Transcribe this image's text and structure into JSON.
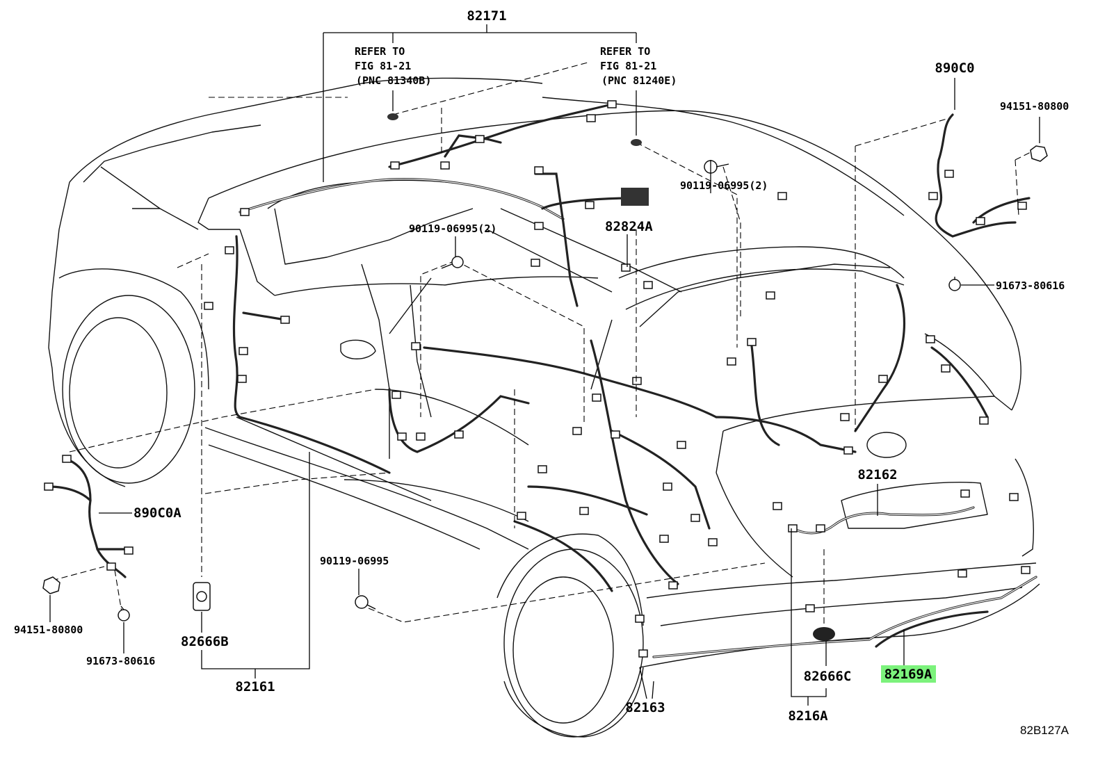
{
  "figure_id": "82B127A",
  "references": [
    {
      "line1": "REFER TO",
      "line2": "FIG 81-21",
      "line3": "(PNC 81340B)"
    },
    {
      "line1": "REFER TO",
      "line2": "FIG 81-21",
      "line3": "(PNC 81240E)"
    }
  ],
  "parts": {
    "p82171": "82171",
    "p890C0": "890C0",
    "p94151_top": "94151-80800",
    "p90119_2a": "90119-06995(2)",
    "p90119_2b": "90119-06995(2)",
    "p82824A": "82824A",
    "p91673_right": "91673-80616",
    "p890C0A": "890C0A",
    "p94151_left": "94151-80800",
    "p91673_left": "91673-80616",
    "p90119": "90119-06995",
    "p82666B": "82666B",
    "p82161": "82161",
    "p82163": "82163",
    "p82162": "82162",
    "p82666C": "82666C",
    "p8216A": "8216A",
    "p82169A": "82169A"
  },
  "highlight_color": "#7cf27c",
  "highlighted_part": "82169A"
}
